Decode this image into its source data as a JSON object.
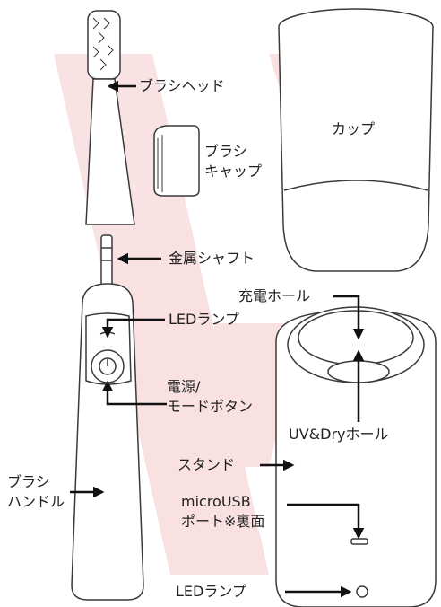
{
  "colors": {
    "background": "#ffffff",
    "outline": "#3a3a3a",
    "arrow": "#111111",
    "watermark": "#f7d5d7"
  },
  "labels": {
    "brush_head": "ブラシヘッド",
    "brush_cap_line1": "ブラシ",
    "brush_cap_line2": "キャップ",
    "cup": "カップ",
    "metal_shaft": "金属シャフト",
    "charging_hole": "充電ホール",
    "led_lamp_handle": "LEDランプ",
    "power_mode_line1": "電源/",
    "power_mode_line2": "モードボタン",
    "uv_dry_hole": "UV&Dryホール",
    "brush_handle_line1": "ブラシ",
    "brush_handle_line2": "ハンドル",
    "stand": "スタンド",
    "micro_usb_line1": "microUSB",
    "micro_usb_line2": "ポート※裏面",
    "led_lamp_stand": "LEDランプ"
  }
}
